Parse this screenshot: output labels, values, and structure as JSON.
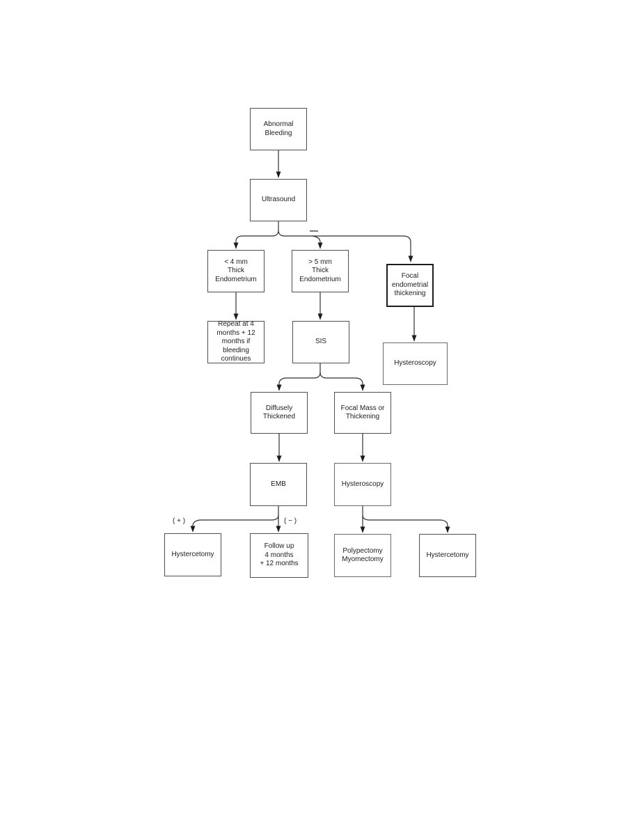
{
  "diagram": {
    "type": "flowchart",
    "topic": "Abnormal bleeding ultrasound workup",
    "background_color": "#ffffff",
    "box_border_color": "#4f4f4f",
    "emphasis_border_color": "#1c1c1c",
    "line_color": "#2e2e2e",
    "text_color": "#1c1c1c",
    "nodes": [
      {
        "id": "abnormal-bleeding",
        "label": "Abnormal\nBleeding"
      },
      {
        "id": "ultrasound",
        "label": "Ultrasound"
      },
      {
        "id": "lt-4mm-thick-endometrium",
        "label": "< 4 mm\nThick\nEndometrium"
      },
      {
        "id": "gt-5mm-thick-endometrium",
        "label": "> 5 mm\nThick\nEndometrium"
      },
      {
        "id": "focal-endometrial-thickening",
        "label": "Focal\nendometrial\nthickening"
      },
      {
        "id": "hysteroscopy-focal",
        "label": "Hysteroscopy"
      },
      {
        "id": "repeat-4-12-months",
        "label": "Repeat at 4\nmonths + 12\nmonths if bleeding\ncontinues"
      },
      {
        "id": "sis",
        "label": "SIS"
      },
      {
        "id": "diffusely-thickened",
        "label": "Diffusely\nThickened"
      },
      {
        "id": "focal-mass-or-thickening",
        "label": "Focal Mass or\nThickening"
      },
      {
        "id": "emb",
        "label": "EMB"
      },
      {
        "id": "hysteroscopy-mass",
        "label": "Hysteroscopy"
      },
      {
        "id": "hystercetomy-emb-positive",
        "label": "Hystercetomy"
      },
      {
        "id": "follow-up-4-12-months",
        "label": "Follow up\n4 months\n+ 12 months"
      },
      {
        "id": "polypectomy-myomectomy",
        "label": "Polypectomy\nMyomectomy"
      },
      {
        "id": "hystercetomy-hysteroscopy",
        "label": "Hystercetomy"
      }
    ],
    "edge_labels": [
      {
        "id": "ultrasound-branch-dash",
        "text": "—"
      },
      {
        "id": "emb-positive",
        "text": "( + )"
      },
      {
        "id": "emb-negative",
        "text": "( − )"
      }
    ],
    "edges": [
      {
        "from": "abnormal-bleeding",
        "to": "ultrasound"
      },
      {
        "from": "ultrasound",
        "to": "lt-4mm-thick-endometrium"
      },
      {
        "from": "ultrasound",
        "to": "gt-5mm-thick-endometrium",
        "label": "—"
      },
      {
        "from": "ultrasound",
        "to": "focal-endometrial-thickening"
      },
      {
        "from": "lt-4mm-thick-endometrium",
        "to": "repeat-4-12-months"
      },
      {
        "from": "gt-5mm-thick-endometrium",
        "to": "sis"
      },
      {
        "from": "focal-endometrial-thickening",
        "to": "hysteroscopy-focal"
      },
      {
        "from": "sis",
        "to": "diffusely-thickened"
      },
      {
        "from": "sis",
        "to": "focal-mass-or-thickening"
      },
      {
        "from": "diffusely-thickened",
        "to": "emb"
      },
      {
        "from": "focal-mass-or-thickening",
        "to": "hysteroscopy-mass"
      },
      {
        "from": "emb",
        "to": "hystercetomy-emb-positive",
        "label": "( + )"
      },
      {
        "from": "emb",
        "to": "follow-up-4-12-months",
        "label": "( − )"
      },
      {
        "from": "hysteroscopy-mass",
        "to": "polypectomy-myomectomy"
      },
      {
        "from": "hysteroscopy-mass",
        "to": "hystercetomy-hysteroscopy"
      }
    ]
  }
}
